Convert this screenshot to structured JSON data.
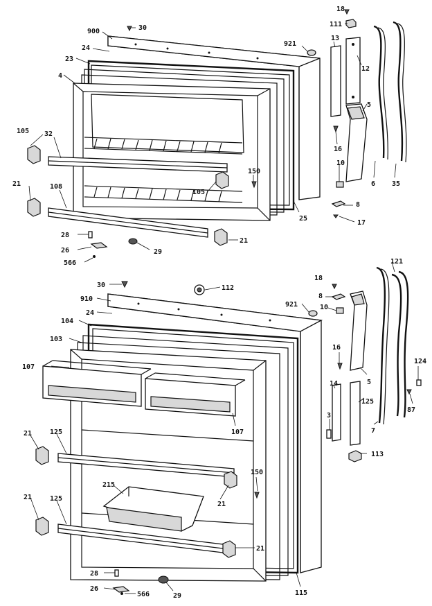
{
  "labels": {
    "upper": {
      "l18": "18",
      "l111": "111",
      "l900": "900",
      "l30": "30",
      "l921": "921",
      "l13": "13",
      "l12": "12",
      "l24": "24",
      "l23": "23",
      "l4": "4",
      "l5": "5",
      "l16": "16",
      "l105a": "105",
      "l32": "32",
      "l150": "150",
      "l105b": "105",
      "l10": "10",
      "l6": "6",
      "l35": "35",
      "l21a": "21",
      "l108": "108",
      "l25": "25",
      "l8": "8",
      "l17": "17",
      "l28": "28",
      "l21b": "21",
      "l26": "26",
      "l29": "29",
      "l566": "566"
    },
    "lower": {
      "l30": "30",
      "l112": "112",
      "l18": "18",
      "l121": "121",
      "l910": "910",
      "l8": "8",
      "l24": "24",
      "l921": "921",
      "l10": "10",
      "l104": "104",
      "l103": "103",
      "l16": "16",
      "l124": "124",
      "l107a": "107",
      "l5": "5",
      "l14": "14",
      "l87": "87",
      "l125r": "125",
      "l107b": "107",
      "l7": "7",
      "l3": "3",
      "l21a": "21",
      "l125a": "125",
      "l113": "113",
      "l150": "150",
      "l215": "215",
      "l21b": "21",
      "l21c": "21",
      "l125b": "125",
      "l21d": "21",
      "l28": "28",
      "l115": "115",
      "l26": "26",
      "l566": "566",
      "l29": "29"
    }
  }
}
